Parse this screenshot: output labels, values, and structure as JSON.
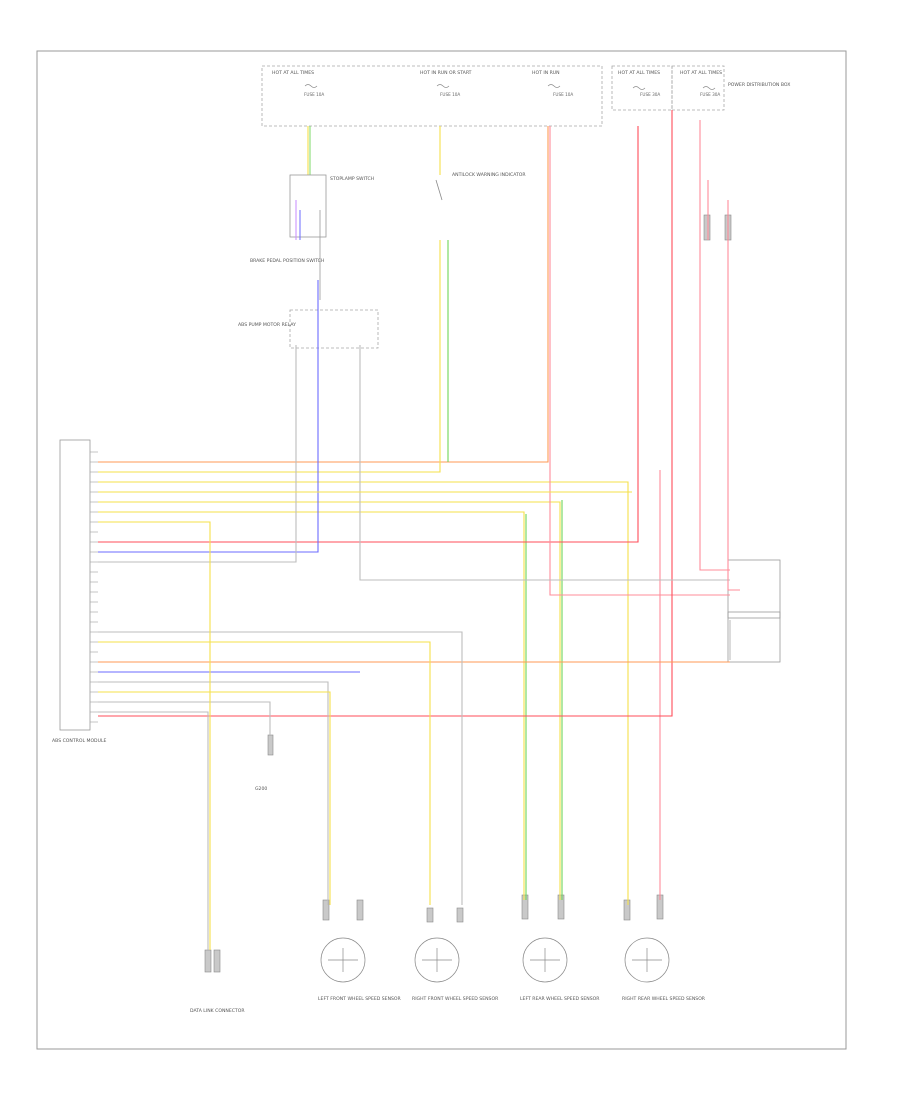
{
  "figure_label": "",
  "fuse_blocks": [
    {
      "label": "HOT AT ALL TIMES",
      "fuse": "FUSE 10A"
    },
    {
      "label": "HOT IN RUN OR START",
      "fuse": "FUSE 10A"
    },
    {
      "label": "HOT IN RUN",
      "fuse": "FUSE 10A"
    },
    {
      "label": "HOT AT ALL TIMES",
      "fuse": "FUSE 30A"
    },
    {
      "label": "HOT AT ALL TIMES",
      "fuse": "FUSE 30A"
    }
  ],
  "power_box_label": "POWER DISTRIBUTION BOX",
  "switches": {
    "brake_switch": "STOPLAMP SWITCH",
    "brake_pedal": "BRAKE PEDAL POSITION SWITCH",
    "ecu": "ABS CONTROL MODULE",
    "pump_relay": "ABS PUMP MOTOR RELAY",
    "warning": "ANTILOCK WARNING INDICATOR"
  },
  "wheel_sensors": [
    {
      "label": "LEFT FRONT WHEEL SPEED SENSOR"
    },
    {
      "label": "RIGHT FRONT WHEEL SPEED SENSOR"
    },
    {
      "label": "LEFT REAR WHEEL SPEED SENSOR"
    },
    {
      "label": "RIGHT REAR WHEEL SPEED SENSOR"
    }
  ],
  "ground_label": "G200",
  "data_link_label": "DATA LINK CONNECTOR",
  "colors": {
    "orange": "#ff9a55",
    "yellow": "#f5e04a",
    "green": "#6fd65a",
    "red": "#ff4d5a",
    "pink": "#ff8c9a",
    "blue": "#6b6bff",
    "violet": "#c78bff",
    "gray": "#9a9a9a"
  }
}
